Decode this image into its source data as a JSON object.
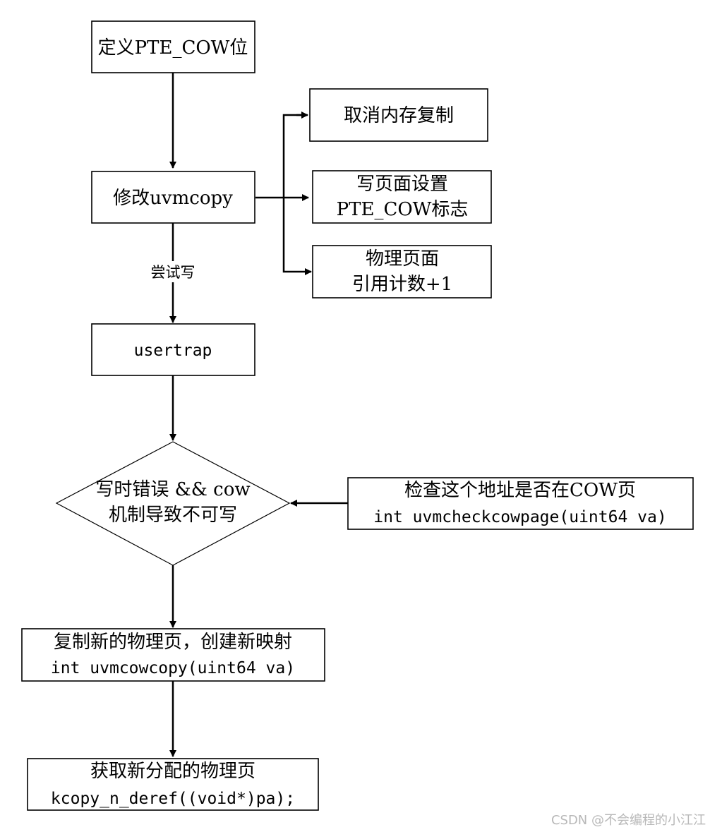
{
  "nodes": {
    "define_cow": {
      "text": "定义PTE_COW位"
    },
    "modify_uvmcopy": {
      "text": "修改uvmcopy"
    },
    "cancel_copy": {
      "text": "取消内存复制"
    },
    "set_flag": {
      "line1": "写页面设置",
      "line2": "PTE_COW标志"
    },
    "ref_count": {
      "line1": "物理页面",
      "line2": "引用计数+1"
    },
    "usertrap": {
      "text": "usertrap"
    },
    "decision": {
      "line1": "写时错误 && cow",
      "line2": "机制导致不可写"
    },
    "check_cow": {
      "line1": "检查这个地址是否在COW页",
      "line2": "int uvmcheckcowpage(uint64 va)"
    },
    "copy_new": {
      "line1": "复制新的物理页，创建新映射",
      "line2": "int uvmcowcopy(uint64 va)"
    },
    "get_new": {
      "line1": "获取新分配的物理页",
      "line2": "kcopy_n_deref((void*)pa);"
    }
  },
  "edges": {
    "try_write": "尝试写"
  },
  "watermark": "CSDN @不会编程的小江江",
  "colors": {
    "stroke": "#000000",
    "background": "#ffffff",
    "watermark": "#b8b8b8"
  }
}
